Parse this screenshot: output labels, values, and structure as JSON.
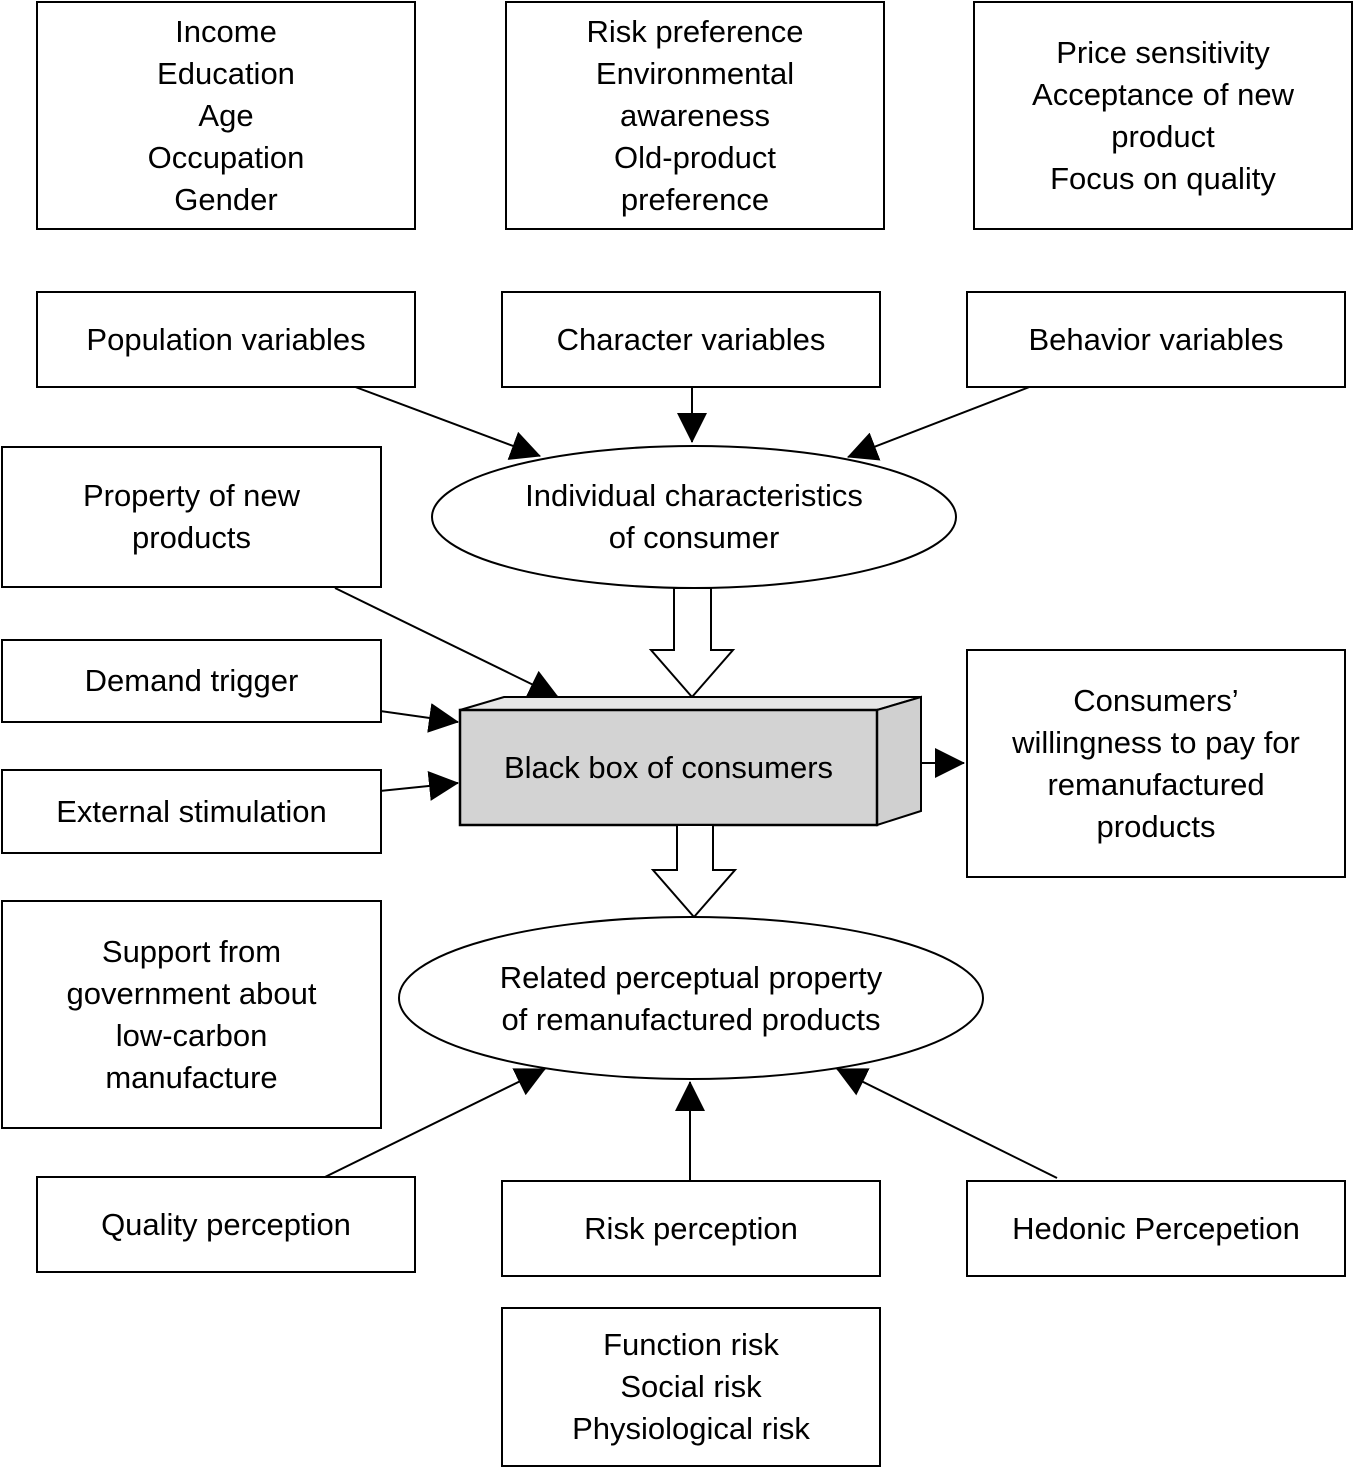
{
  "detail_boxes": {
    "population_details": [
      "Income",
      "Education",
      "Age",
      "Occupation",
      "Gender"
    ],
    "character_details": [
      "Risk preference",
      "Environmental",
      "awareness",
      "Old-product",
      "preference"
    ],
    "behavior_details": [
      "Price sensitivity",
      "Acceptance of new",
      "product",
      "Focus on quality"
    ]
  },
  "variables": {
    "population": "Population variables",
    "character": "Character variables",
    "behavior": "Behavior variables"
  },
  "individual_characteristics": [
    "Individual characteristics",
    "of consumer"
  ],
  "inputs": {
    "property_new_products": [
      "Property of new",
      "products"
    ],
    "demand_trigger": "Demand trigger",
    "external_stimulation": "External stimulation",
    "government_support": [
      "Support from",
      "government about",
      "low-carbon",
      "manufacture"
    ]
  },
  "black_box": "Black box of consumers",
  "willingness": [
    "Consumers’",
    "willingness to pay for",
    "remanufactured",
    "products"
  ],
  "perceptual_property": [
    "Related perceptual property",
    "of remanufactured products"
  ],
  "perceptions": {
    "quality": "Quality perception",
    "risk": "Risk perception",
    "hedonic": "Hedonic Percepetion"
  },
  "risk_details": [
    "Function risk",
    "Social risk",
    "Physiological risk"
  ]
}
